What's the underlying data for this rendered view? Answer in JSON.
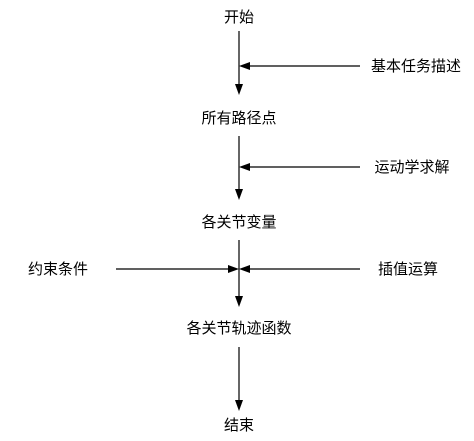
{
  "diagram": {
    "nodes": [
      {
        "id": "start",
        "label": "开始"
      },
      {
        "id": "task_desc",
        "label": "基本任务描述"
      },
      {
        "id": "waypoints",
        "label": "所有路径点"
      },
      {
        "id": "kinematics",
        "label": "运动学求解"
      },
      {
        "id": "joint_vars",
        "label": "各关节变量"
      },
      {
        "id": "constraints",
        "label": "约束条件"
      },
      {
        "id": "interpolation",
        "label": "插值运算"
      },
      {
        "id": "joint_traj",
        "label": "各关节轨迹函数"
      },
      {
        "id": "end",
        "label": "结束"
      }
    ],
    "edges": [
      {
        "from": "start",
        "to": "waypoints"
      },
      {
        "from": "task_desc",
        "to": "start_waypoints_edge"
      },
      {
        "from": "waypoints",
        "to": "joint_vars"
      },
      {
        "from": "kinematics",
        "to": "waypoints_joint_vars_edge"
      },
      {
        "from": "joint_vars",
        "to": "joint_traj"
      },
      {
        "from": "constraints",
        "to": "joint_vars_joint_traj_edge"
      },
      {
        "from": "interpolation",
        "to": "joint_vars_joint_traj_edge"
      },
      {
        "from": "joint_traj",
        "to": "end"
      }
    ],
    "line_color": "#000000",
    "text_color": "#000000"
  }
}
